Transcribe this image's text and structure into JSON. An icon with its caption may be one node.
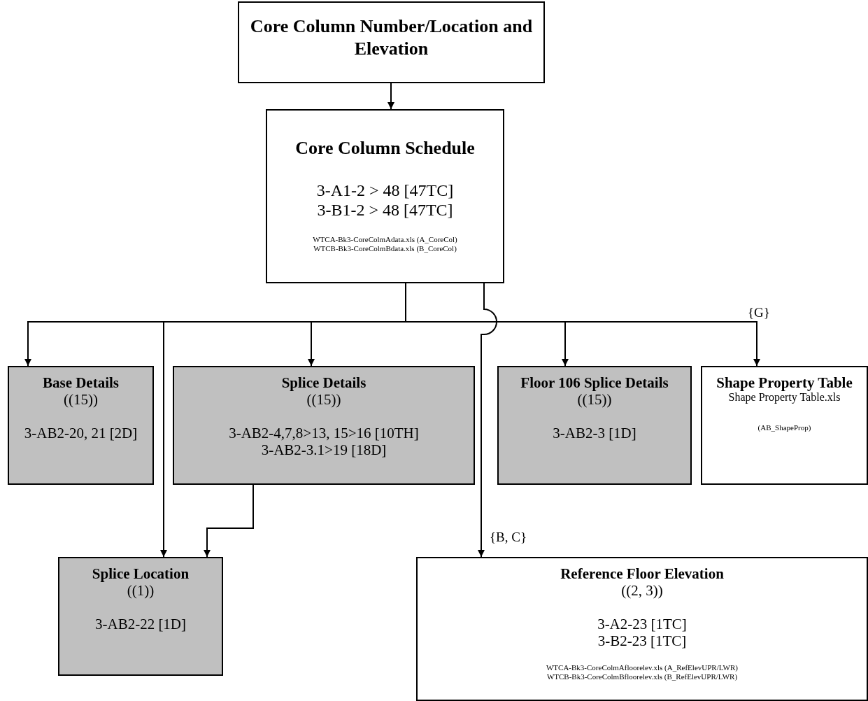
{
  "diagram": {
    "nodes": [
      {
        "text": [
          "Core Column Number/Location and Elevation"
        ]
      },
      {
        "text": [
          "Core Column Schedule",
          "3-A1-2 > 48 [47TC]",
          "3-B1-2 > 48 [47TC]",
          "WTCA-Bk3-CoreColmAdata.xls (A_CoreCol)",
          "WTCB-Bk3-CoreColmBdata.xls (B_CoreCol)"
        ]
      },
      {
        "text": [
          "Base Details",
          "((15))",
          "3-AB2-20, 21 [2D]"
        ]
      },
      {
        "text": [
          "Splice Details",
          "((15))",
          "3-AB2-4,7,8>13, 15>16 [10TH]",
          "3-AB2-3.1>19 [18D]"
        ]
      },
      {
        "text": [
          "Floor 106 Splice Details",
          "((15))",
          "3-AB2-3 [1D]"
        ]
      },
      {
        "text": [
          "Shape Property Table",
          "Shape Property Table.xls",
          "(AB_ShapeProp)"
        ]
      },
      {
        "text": [
          "Splice Location",
          "((1))",
          "3-AB2-22 [1D]"
        ]
      },
      {
        "text": [
          "Reference Floor Elevation",
          "((2, 3))",
          "3-A2-23 [1TC]",
          "3-B2-23 [1TC]",
          "WTCA-Bk3-CoreColmAfloorelev.xls (A_RefElevUPR/LWR)",
          "WTCB-Bk3-CoreColmBfloorelev.xls (B_RefElevUPR/LWR)"
        ]
      }
    ],
    "edges": [
      {
        "from": 0,
        "to": 1,
        "arrow": "to"
      },
      {
        "from": 1,
        "to": 2,
        "arrow": "to"
      },
      {
        "from": 1,
        "to": 6,
        "arrow": "to"
      },
      {
        "from": 1,
        "to": 3,
        "arrow": "to"
      },
      {
        "from": 1,
        "to": 4,
        "arrow": "to"
      },
      {
        "from": 1,
        "to": 5,
        "arrow": "to",
        "label": "{G}"
      },
      {
        "from": 1,
        "to": 7,
        "arrow": "to",
        "label": "{B, C}"
      },
      {
        "from": 3,
        "to": 6,
        "arrow": "to"
      }
    ]
  }
}
